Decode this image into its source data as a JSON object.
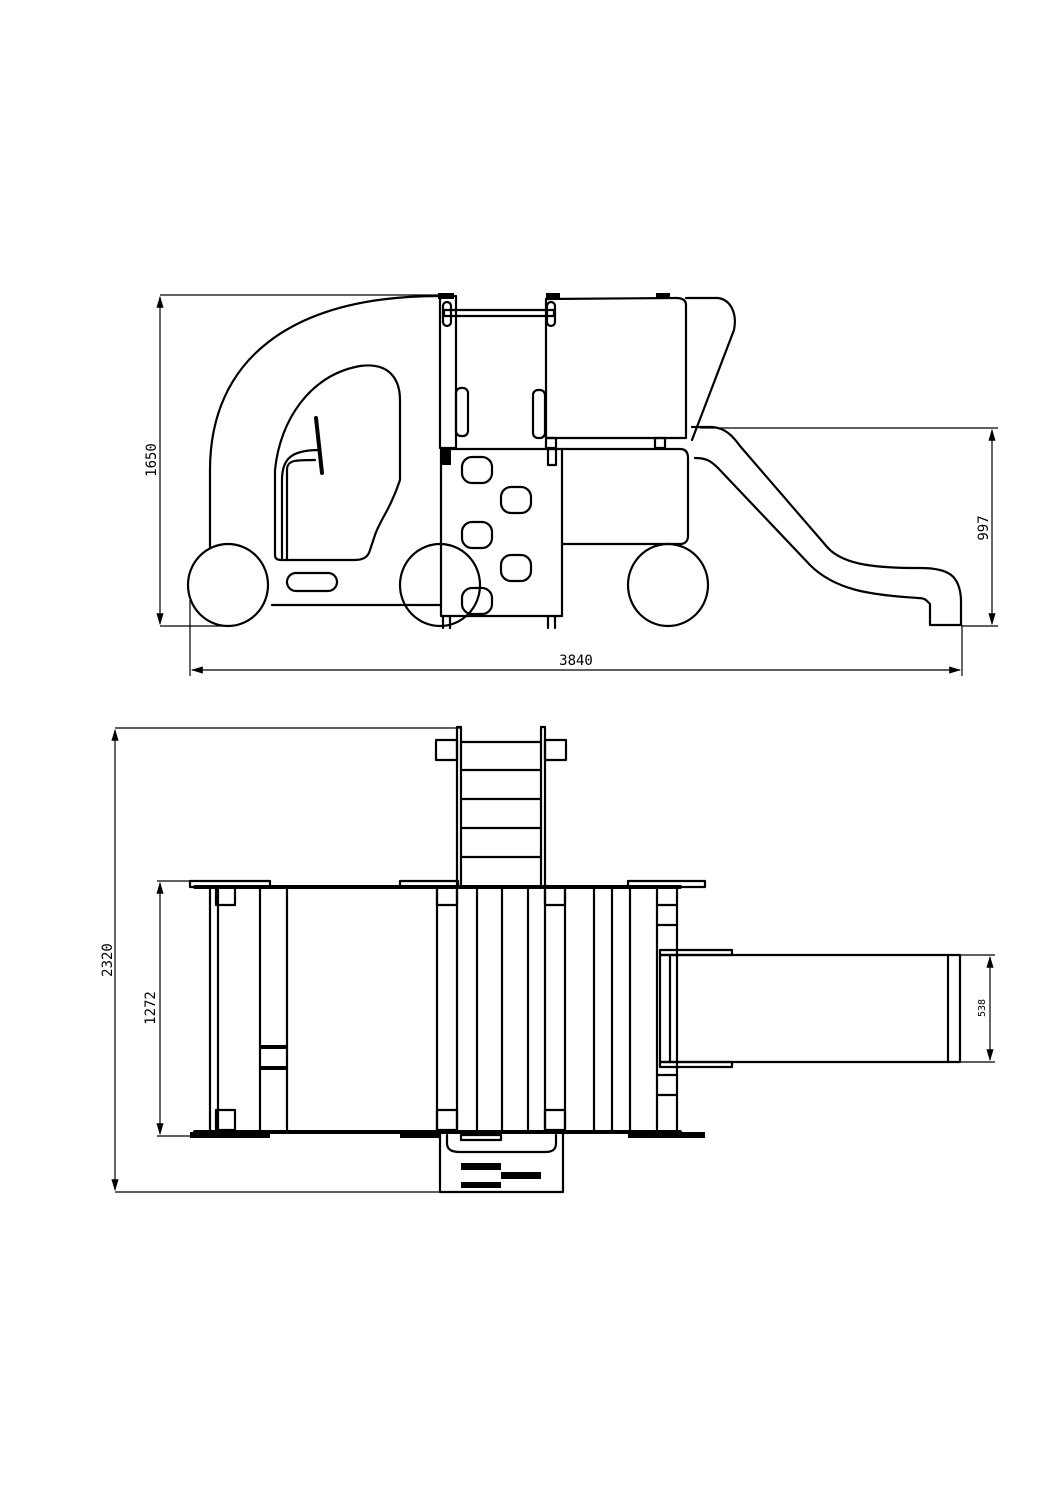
{
  "side_view": {
    "dimensions": {
      "height_total": "1650",
      "length_total": "3840",
      "slide_height": "997"
    }
  },
  "top_view": {
    "dimensions": {
      "depth_total": "2320",
      "deck_depth": "1272",
      "slide_width": "538"
    }
  }
}
